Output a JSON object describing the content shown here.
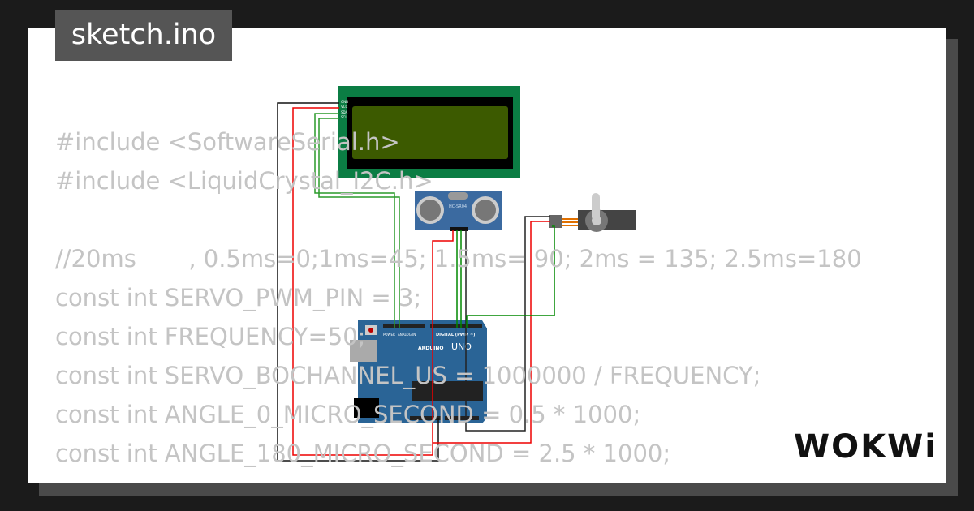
{
  "title": "sketch.ino",
  "code_lines": [
    "#include <SoftwareSerial.h>",
    "#include <LiquidCrystal_I2C.h>",
    "",
    "//20ms       , 0.5ms=0;1ms=45; 1.5ms= 90; 2ms = 135; 2.5ms=180",
    "const int SERVO_PWM_PIN = 3;",
    "const int FREQUENCY=50;",
    "const int SERVO_BOCHANNEL_US = 1000000 / FREQUENCY;",
    "const int ANGLE_0_MICRO_SECOND = 0.5 * 1000;",
    "const int ANGLE_180_MICRO_SECOND = 2.5 * 1000;",
    "//"
  ],
  "components": {
    "ultrasonic_label": "HC-SR04",
    "arduino_brand": "ARDUINO",
    "arduino_model": "UNO",
    "arduino_digital": "DIGITAL (PWM ~)",
    "arduino_power": "POWER",
    "arduino_analog": "ANALOG IN",
    "lcd_pins": [
      "GND",
      "VCC",
      "SDA",
      "SCL"
    ]
  },
  "logo": "WOKWi",
  "colors": {
    "lcd_board": "#0b7d44",
    "lcd_screen": "#3c5a00",
    "arduino": "#2a6496",
    "sensor": "#3b6aa0"
  }
}
